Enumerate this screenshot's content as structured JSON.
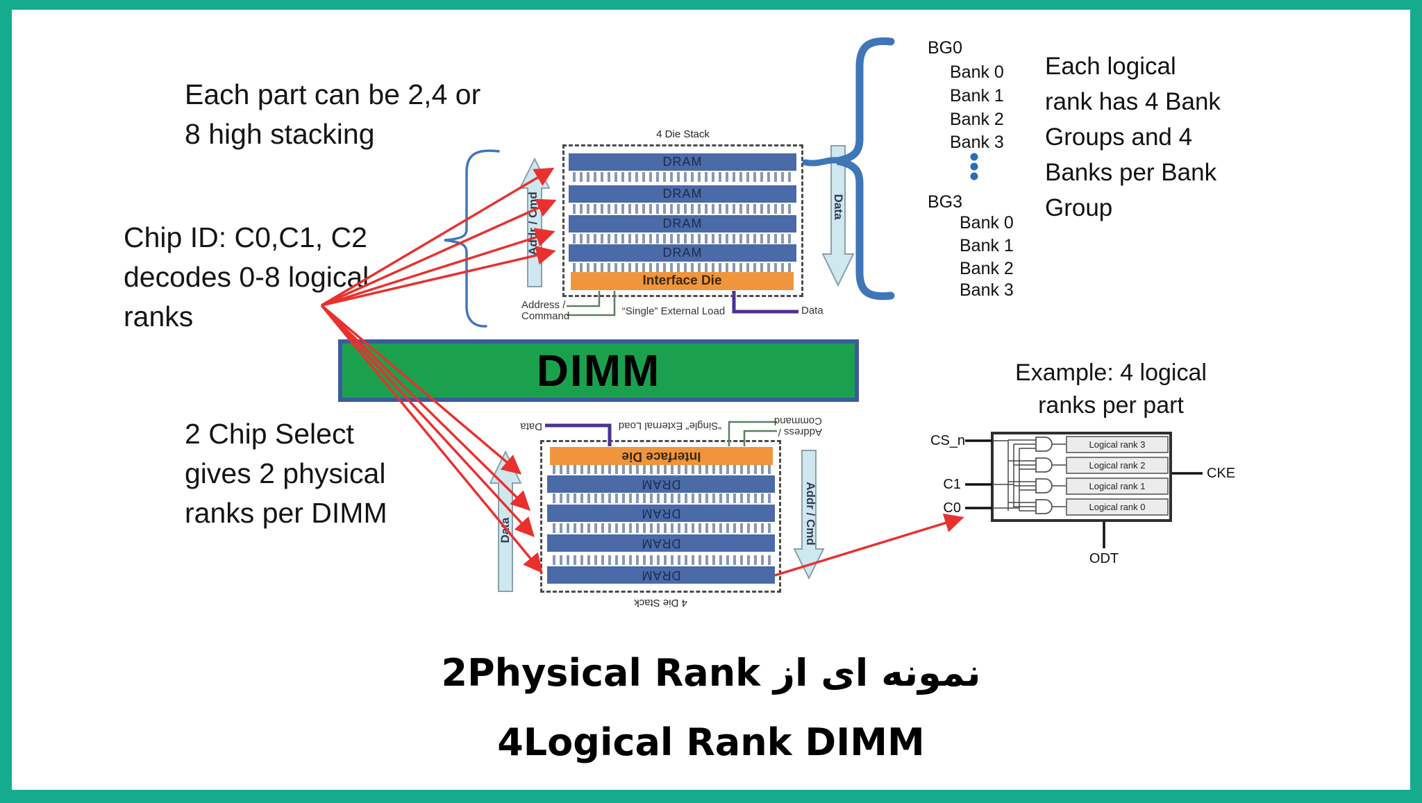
{
  "frame": {
    "border_color": "#14ac8d"
  },
  "texts": {
    "stacking": {
      "line1": "Each part can be 2,4 or",
      "line2": "8 high stacking"
    },
    "chip_id": {
      "line1": "Chip ID: C0,C1, C2",
      "line2": "decodes 0-8 logical",
      "line3": "ranks"
    },
    "chip_select": {
      "line1": "2 Chip Select",
      "line2": "gives 2 physical",
      "line3": "ranks per DIMM"
    },
    "bank_note": {
      "line1": "Each logical",
      "line2": "rank has 4 Bank",
      "line3": "Groups and 4",
      "line4": "Banks per Bank",
      "line5": "Group"
    }
  },
  "dimm": {
    "label": "DIMM",
    "fill": "#1ba14e",
    "border": "#3a5b9d"
  },
  "die_stack": {
    "title": "4 Die Stack",
    "dram_label": "DRAM",
    "interface_label": "Interface Die",
    "addr_arrow_label": "Addr / Cmd",
    "data_arrow_label": "Data",
    "address_wire_label_line1": "Address /",
    "address_wire_label_line2": "Command",
    "external_load_label": "“Single” External Load",
    "data_wire_label": "Data",
    "dram_color": "#4a6aa8",
    "interface_color": "#f0953c",
    "arrow_fill": "#cfe7ee"
  },
  "bank_groups": {
    "group0": {
      "label": "BG0",
      "banks": [
        "Bank 0",
        "Bank 1",
        "Bank 2",
        "Bank 3"
      ]
    },
    "group3": {
      "label": "BG3",
      "banks": [
        "Bank 0",
        "Bank 1",
        "Bank 2",
        "Bank 3"
      ]
    }
  },
  "example": {
    "title_line1": "Example: 4 logical",
    "title_line2": "ranks per part",
    "inputs": [
      "CS_n",
      "C1",
      "C0"
    ],
    "output_right": "CKE",
    "output_bottom": "ODT",
    "ranks": [
      "Logical rank 3",
      "Logical rank 2",
      "Logical rank 1",
      "Logical rank 0"
    ]
  },
  "caption": {
    "line1_persian": "نمونه ای از",
    "line1_english": "2Physical Rank",
    "line2": "4Logical Rank DIMM"
  },
  "colors": {
    "red_arrow": "#e8312f",
    "brace_blue": "#3f76b8",
    "purple_wire": "#4b3291",
    "green_wire": "#5a7f63"
  }
}
